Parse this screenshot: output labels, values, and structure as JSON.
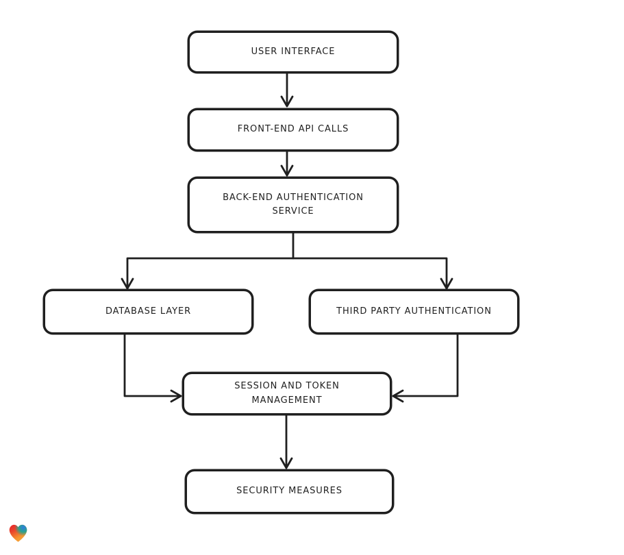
{
  "page": {
    "background": "#ffffff"
  },
  "diagram": {
    "type": "flowchart",
    "stroke_color": "#1f1f1f",
    "node_fill": "#ffffff",
    "nodes": [
      {
        "id": "user-interface",
        "label": "USER INTERFACE"
      },
      {
        "id": "front-end-api-calls",
        "label": "FRONT-END API CALLS"
      },
      {
        "id": "back-end-authentication-service",
        "label": "BACK-END AUTHENTICATION\nSERVICE"
      },
      {
        "id": "database-layer",
        "label": "DATABASE LAYER"
      },
      {
        "id": "third-party-authentication",
        "label": "THIRD PARTY AUTHENTICATION"
      },
      {
        "id": "session-and-token-management",
        "label": "SESSION AND TOKEN\nMANAGEMENT"
      },
      {
        "id": "security-measures",
        "label": "SECURITY MEASURES"
      }
    ],
    "edges": [
      {
        "from": "user-interface",
        "to": "front-end-api-calls"
      },
      {
        "from": "front-end-api-calls",
        "to": "back-end-authentication-service"
      },
      {
        "from": "back-end-authentication-service",
        "to": "database-layer"
      },
      {
        "from": "back-end-authentication-service",
        "to": "third-party-authentication"
      },
      {
        "from": "database-layer",
        "to": "session-and-token-management"
      },
      {
        "from": "third-party-authentication",
        "to": "session-and-token-management"
      },
      {
        "from": "session-and-token-management",
        "to": "security-measures"
      }
    ]
  },
  "logo": {
    "name": "gradient-heart-logo",
    "colors": {
      "red": "#e7282a",
      "orange": "#f59b33",
      "teal": "#2aa38c",
      "blue": "#2f7ce0"
    }
  }
}
